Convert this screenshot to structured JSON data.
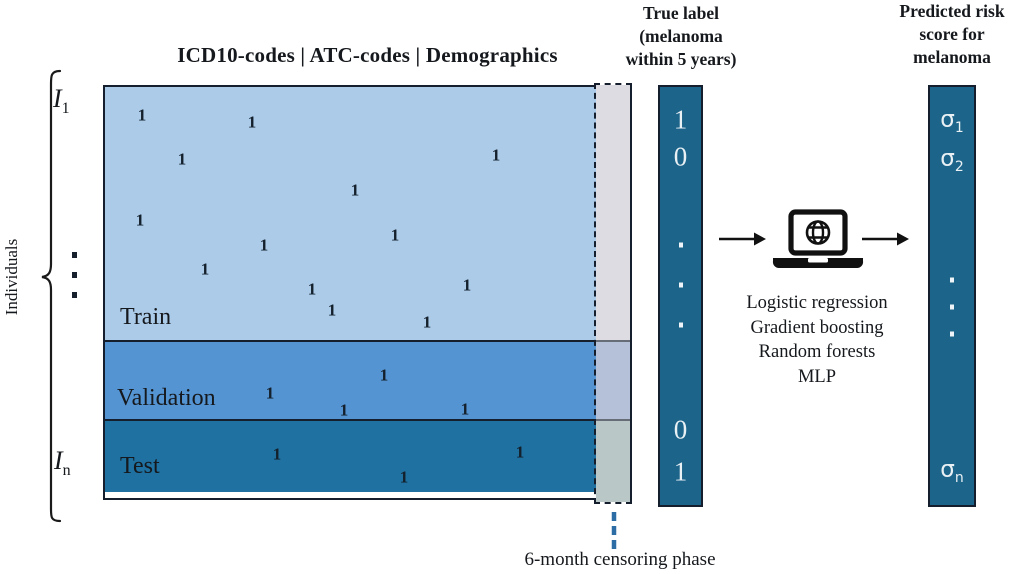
{
  "palette": {
    "train_fill": "#abcbe9",
    "validation_fill": "#5494d2",
    "test_fill": "#1e71a0",
    "label_column_fill": "#1d648a",
    "censor_train": "#dcdce2",
    "censor_validation": "#b5c1d9",
    "censor_test": "#b9c8c7",
    "border": "#141e2c",
    "pointer_dash": "#2d6da5",
    "column_text": "#e9f1f5"
  },
  "left_axis": {
    "label": "Individuals",
    "first_row_base": "I",
    "first_row_sub": "1",
    "last_row_base": "I",
    "last_row_sub": "n"
  },
  "matrix": {
    "header": "ICD10-codes | ATC-codes | Demographics",
    "cell_value": "1",
    "sections": [
      {
        "label": "Train",
        "ones": [
          [
            37,
            28
          ],
          [
            147,
            35
          ],
          [
            77,
            72
          ],
          [
            391,
            68
          ],
          [
            250,
            103
          ],
          [
            35,
            133
          ],
          [
            290,
            148
          ],
          [
            159,
            158
          ],
          [
            100,
            182
          ],
          [
            362,
            198
          ],
          [
            207,
            202
          ],
          [
            227,
            223
          ],
          [
            322,
            235
          ]
        ]
      },
      {
        "label": "Validation",
        "ones": [
          [
            279,
            288
          ],
          [
            165,
            306
          ],
          [
            239,
            323
          ],
          [
            360,
            322
          ]
        ]
      },
      {
        "label": "Test",
        "ones": [
          [
            172,
            367
          ],
          [
            415,
            365
          ],
          [
            299,
            390
          ]
        ]
      }
    ]
  },
  "censoring": {
    "caption": "6-month censoring phase"
  },
  "true_label_column": {
    "heading_lines": [
      "True label",
      "(melanoma",
      "within 5 years)"
    ],
    "top_values": [
      "1",
      "0"
    ],
    "bottom_values": [
      "0",
      "1"
    ]
  },
  "model": {
    "methods": [
      "Logistic regression",
      "Gradient boosting",
      "Random forests",
      "MLP"
    ]
  },
  "prediction_column": {
    "heading_lines": [
      "Predicted risk",
      "score for",
      "melanoma"
    ],
    "top_values": [
      {
        "base": "σ",
        "sub": "1"
      },
      {
        "base": "σ",
        "sub": "2"
      }
    ],
    "bottom_values": [
      {
        "base": "σ",
        "sub": "n"
      }
    ]
  }
}
